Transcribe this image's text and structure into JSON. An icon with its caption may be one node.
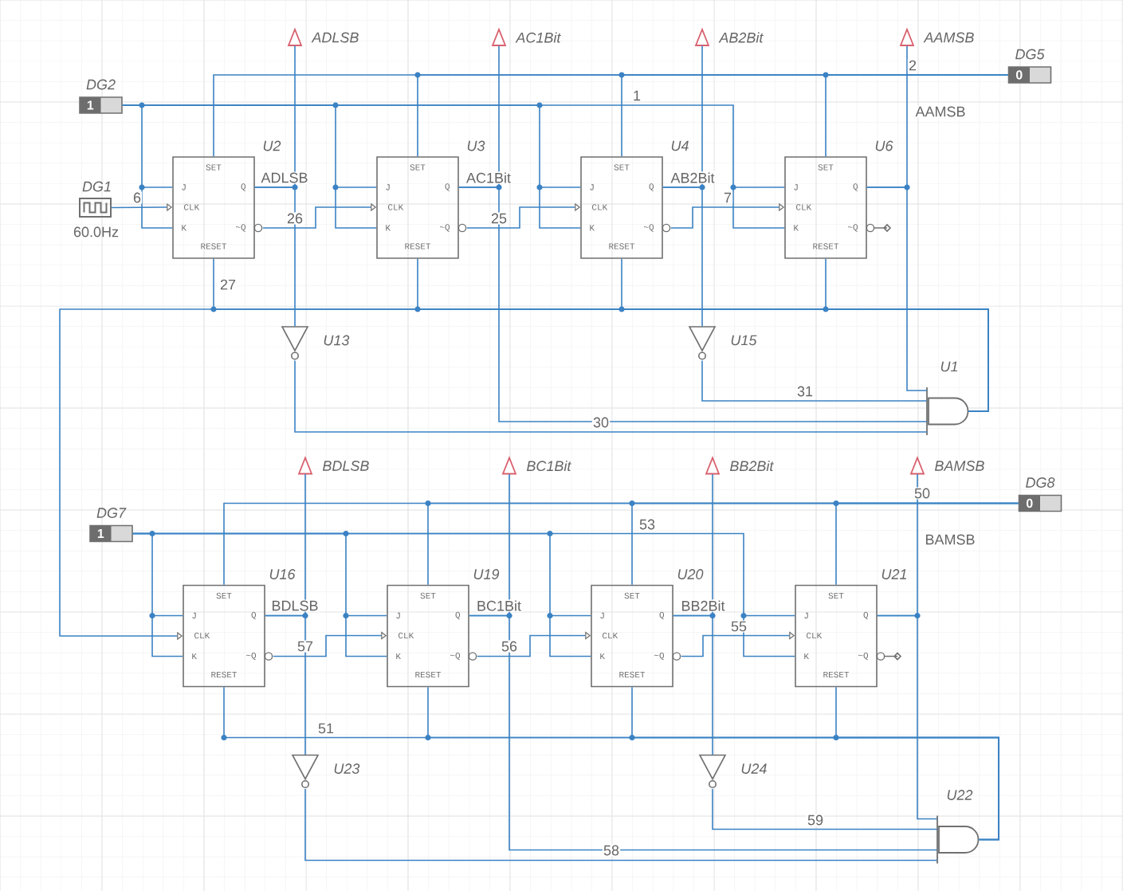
{
  "diagram": {
    "nodes": [
      {
        "text": [
          "1"
        ],
        "beside": [
          "DG2"
        ]
      },
      {
        "text": [],
        "shape": "box",
        "beside": [
          "DG1",
          "60.0Hz"
        ]
      },
      {
        "text": [
          "SET",
          "J",
          "Q",
          "CLK",
          "K",
          "~Q",
          "RESET"
        ],
        "beside": [
          "U2"
        ]
      },
      {
        "text": [
          "SET",
          "J",
          "Q",
          "CLK",
          "K",
          "~Q",
          "RESET"
        ],
        "beside": [
          "U3"
        ]
      },
      {
        "text": [
          "SET",
          "J",
          "Q",
          "CLK",
          "K",
          "~Q",
          "RESET"
        ],
        "beside": [
          "U4"
        ]
      },
      {
        "text": [
          "SET",
          "J",
          "Q",
          "CLK",
          "K",
          "~Q",
          "RESET"
        ],
        "beside": [
          "U6"
        ]
      },
      {
        "text": [],
        "shape": "triangle",
        "beside": [
          "ADLSB"
        ]
      },
      {
        "text": [],
        "shape": "triangle",
        "beside": [
          "AC1Bit"
        ]
      },
      {
        "text": [],
        "shape": "triangle",
        "beside": [
          "AB2Bit"
        ]
      },
      {
        "text": [],
        "shape": "triangle",
        "beside": [
          "AAMSB"
        ]
      },
      {
        "text": [
          "0"
        ],
        "beside": [
          "DG5"
        ]
      },
      {
        "text": [],
        "shape": "triangle",
        "beside": [
          "U13"
        ]
      },
      {
        "text": [],
        "shape": "triangle",
        "beside": [
          "U15"
        ]
      },
      {
        "text": [],
        "shape": "gate",
        "beside": [
          "U1"
        ]
      },
      {
        "text": [
          "1"
        ],
        "beside": [
          "DG7"
        ]
      },
      {
        "text": [
          "SET",
          "J",
          "Q",
          "CLK",
          "K",
          "~Q",
          "RESET"
        ],
        "beside": [
          "U16"
        ]
      },
      {
        "text": [
          "SET",
          "J",
          "Q",
          "CLK",
          "K",
          "~Q",
          "RESET"
        ],
        "beside": [
          "U19"
        ]
      },
      {
        "text": [
          "SET",
          "J",
          "Q",
          "CLK",
          "K",
          "~Q",
          "RESET"
        ],
        "beside": [
          "U20"
        ]
      },
      {
        "text": [
          "SET",
          "J",
          "Q",
          "CLK",
          "K",
          "~Q",
          "RESET"
        ],
        "beside": [
          "U21"
        ]
      },
      {
        "text": [],
        "shape": "triangle",
        "beside": [
          "BDLSB"
        ]
      },
      {
        "text": [],
        "shape": "triangle",
        "beside": [
          "BC1Bit"
        ]
      },
      {
        "text": [],
        "shape": "triangle",
        "beside": [
          "BB2Bit"
        ]
      },
      {
        "text": [],
        "shape": "triangle",
        "beside": [
          "BAMSB"
        ]
      },
      {
        "text": [
          "0"
        ],
        "beside": [
          "DG8"
        ]
      },
      {
        "text": [],
        "shape": "triangle",
        "beside": [
          "U23"
        ]
      },
      {
        "text": [],
        "shape": "triangle",
        "beside": [
          "U24"
        ]
      },
      {
        "text": [],
        "shape": "gate",
        "beside": [
          "U22"
        ]
      }
    ],
    "edges": [
      {
        "from": 0,
        "to": 2,
        "arrow": "none"
      },
      {
        "from": 0,
        "to": 3,
        "arrow": "none"
      },
      {
        "from": 0,
        "to": 4,
        "arrow": "none"
      },
      {
        "from": 0,
        "to": 5,
        "arrow": "none",
        "label": "1"
      },
      {
        "from": 1,
        "to": 2,
        "arrow": "to",
        "label": "6"
      },
      {
        "from": 10,
        "to": 2,
        "arrow": "none"
      },
      {
        "from": 10,
        "to": 3,
        "arrow": "none"
      },
      {
        "from": 10,
        "to": 4,
        "arrow": "none"
      },
      {
        "from": 10,
        "to": 5,
        "arrow": "none",
        "label": "2"
      },
      {
        "from": 2,
        "to": 3,
        "arrow": "to",
        "label": "26"
      },
      {
        "from": 3,
        "to": 4,
        "arrow": "to",
        "label": "25"
      },
      {
        "from": 4,
        "to": 5,
        "arrow": "to",
        "label": "7"
      },
      {
        "from": 2,
        "to": 6,
        "arrow": "none"
      },
      {
        "from": 3,
        "to": 7,
        "arrow": "none"
      },
      {
        "from": 4,
        "to": 8,
        "arrow": "none"
      },
      {
        "from": 5,
        "to": 9,
        "arrow": "none"
      },
      {
        "from": 2,
        "to": 11,
        "arrow": "none"
      },
      {
        "from": 4,
        "to": 12,
        "arrow": "none"
      },
      {
        "from": 11,
        "to": 13,
        "arrow": "none"
      },
      {
        "from": 12,
        "to": 13,
        "arrow": "none",
        "label": "31"
      },
      {
        "from": 3,
        "to": 13,
        "arrow": "none",
        "label": "30"
      },
      {
        "from": 5,
        "to": 13,
        "arrow": "none"
      },
      {
        "from": 13,
        "to": 2,
        "arrow": "none",
        "label": "27"
      },
      {
        "from": 13,
        "to": 3,
        "arrow": "none"
      },
      {
        "from": 13,
        "to": 4,
        "arrow": "none"
      },
      {
        "from": 13,
        "to": 5,
        "arrow": "none"
      },
      {
        "from": 13,
        "to": 15,
        "arrow": "to"
      },
      {
        "from": 14,
        "to": 15,
        "arrow": "none"
      },
      {
        "from": 14,
        "to": 16,
        "arrow": "none"
      },
      {
        "from": 14,
        "to": 17,
        "arrow": "none"
      },
      {
        "from": 14,
        "to": 18,
        "arrow": "none",
        "label": "53"
      },
      {
        "from": 23,
        "to": 15,
        "arrow": "none"
      },
      {
        "from": 23,
        "to": 16,
        "arrow": "none"
      },
      {
        "from": 23,
        "to": 17,
        "arrow": "none"
      },
      {
        "from": 23,
        "to": 18,
        "arrow": "none",
        "label": "50"
      },
      {
        "from": 15,
        "to": 16,
        "arrow": "to",
        "label": "57"
      },
      {
        "from": 16,
        "to": 17,
        "arrow": "to",
        "label": "56"
      },
      {
        "from": 17,
        "to": 18,
        "arrow": "to",
        "label": "55"
      },
      {
        "from": 15,
        "to": 19,
        "arrow": "none"
      },
      {
        "from": 16,
        "to": 20,
        "arrow": "none"
      },
      {
        "from": 17,
        "to": 21,
        "arrow": "none"
      },
      {
        "from": 18,
        "to": 22,
        "arrow": "none"
      },
      {
        "from": 15,
        "to": 24,
        "arrow": "none"
      },
      {
        "from": 17,
        "to": 25,
        "arrow": "none"
      },
      {
        "from": 24,
        "to": 26,
        "arrow": "none"
      },
      {
        "from": 25,
        "to": 26,
        "arrow": "none",
        "label": "59"
      },
      {
        "from": 16,
        "to": 26,
        "arrow": "none",
        "label": "58"
      },
      {
        "from": 18,
        "to": 26,
        "arrow": "none"
      },
      {
        "from": 26,
        "to": 15,
        "arrow": "none",
        "label": "51"
      },
      {
        "from": 26,
        "to": 16,
        "arrow": "none"
      },
      {
        "from": 26,
        "to": 17,
        "arrow": "none"
      },
      {
        "from": 26,
        "to": 18,
        "arrow": "none"
      }
    ],
    "labels": [
      "ADLSB",
      "AC1Bit",
      "AB2Bit",
      "AAMSB",
      "BDLSB",
      "BC1Bit",
      "BB2Bit",
      "BAMSB"
    ]
  }
}
